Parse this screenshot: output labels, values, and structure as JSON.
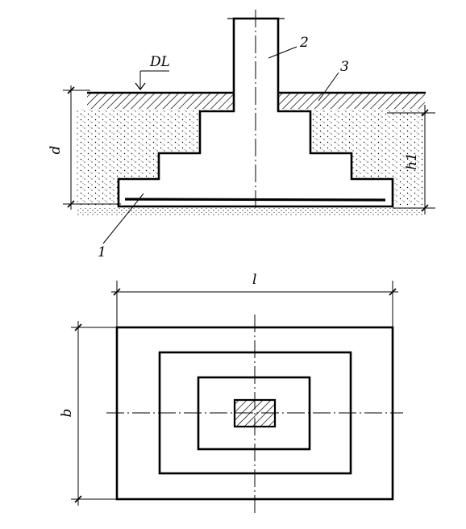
{
  "section": {
    "ground_level_label": "DL",
    "depth_label": "d",
    "height_label": "h1",
    "part_labels": {
      "slab": "1",
      "column": "2",
      "backfill": "3"
    }
  },
  "plan": {
    "length_label": "l",
    "width_label": "b"
  }
}
